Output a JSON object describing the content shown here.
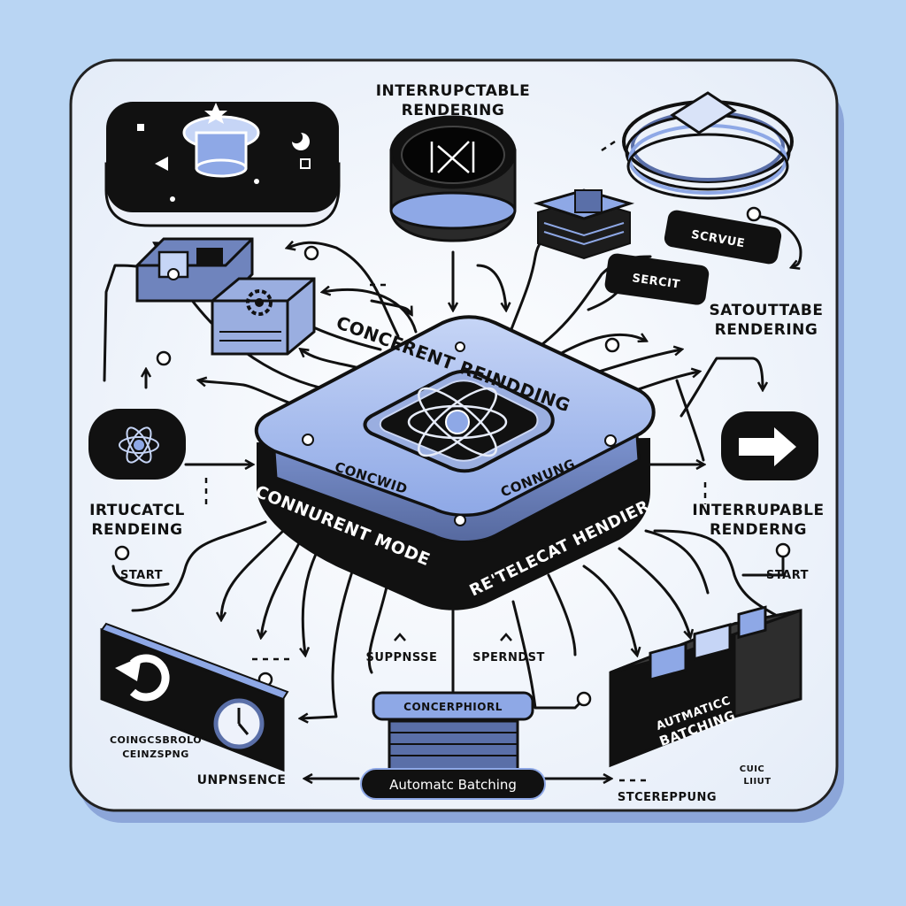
{
  "labels": {
    "top_center_line1": "INTERRUPCTABLE",
    "top_center_line2": "RENDERING",
    "right_line1": "SATOUTTABE",
    "right_line2": "RENDERING",
    "left_line1": "IRTUCATCL",
    "left_line2": "RENDEING",
    "left_start": "START",
    "right_mid_line1": "INTERRUPABLE",
    "right_mid_line2": "RENDERNG",
    "right_start": "START",
    "suspense": "SUPPNSSE",
    "sprndst": "SPERNDST",
    "bottom_left_line1": "COINGCSBROLO",
    "bottom_left_line2": "CEINZSPNG",
    "unpnsence": "UNPNSENCE",
    "stcerepping": "STCEREPPUNG",
    "cuic": "CUIC",
    "liiut": "LIIUT"
  },
  "center": {
    "title": "CONCERENT REINDDING",
    "sub_left": "CONCWID",
    "sub_right": "CONNUNG",
    "band_left": "CONNURENT MODE",
    "band_right": "RE'TELECAT HENDIER"
  },
  "tags": {
    "scrvue": "SCRVUE",
    "sercit": "SERCIT"
  },
  "bottom": {
    "plate": "CONCERPHIORL",
    "pill": "Automatc Batching",
    "box_line1": "AUTMATICC",
    "box_line2": "BATCHING"
  },
  "colors": {
    "background": "#b9d5f3",
    "panel": "#f4f8fd",
    "accent": "#8ea8e6",
    "ink": "#111111"
  }
}
